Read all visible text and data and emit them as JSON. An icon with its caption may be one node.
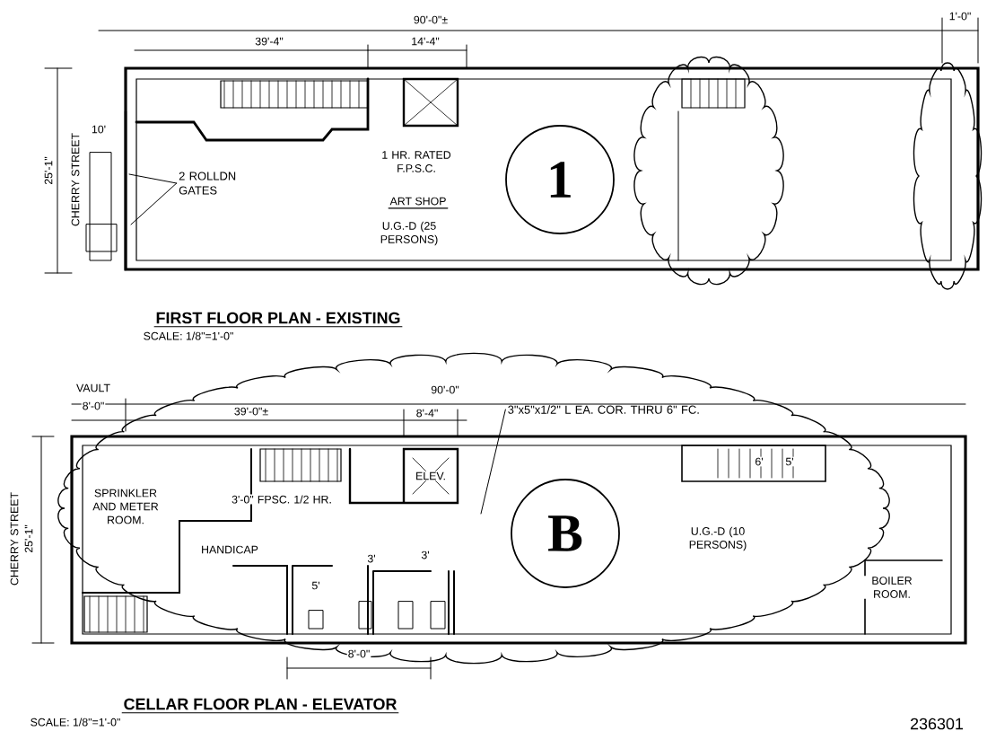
{
  "diagram": {
    "nodes": [
      {
        "text": [
          "1"
        ]
      },
      {
        "text": [
          "B"
        ]
      },
      {
        "text": [
          "2 ROLLDN GATES"
        ]
      },
      {
        "text": [
          "3\"x5\"x1/2\" L EA. COR. THRU 6\" FC."
        ]
      }
    ],
    "edges": [
      {
        "from": 2,
        "to": null,
        "arrow": "none"
      },
      {
        "from": 2,
        "to": null,
        "arrow": "none"
      },
      {
        "from": 3,
        "to": null,
        "arrow": "none"
      }
    ],
    "labels": [
      "90'-0\"±",
      "1'-0\"",
      "39'-4\"",
      "14'-4\"",
      "25'-1\"",
      "CHERRY STREET",
      "10'",
      "1 HR. RATED F.P.S.C.",
      "ART SHOP",
      "U.G.-D (25 PERSONS)",
      "FIRST FLOOR PLAN - EXISTING",
      "SCALE: 1/8\"=1'-0\"",
      "VAULT",
      "8'-0\"",
      "90'-0\"",
      "39'-0\"±",
      "8'-4\"",
      "CHERRY STREET",
      "25'-1\"",
      "ELEV.",
      "SPRINKLER AND METER ROOM.",
      "3'-0\" FPSC. 1/2 HR.",
      "HANDICAP",
      "3'",
      "3'",
      "5'",
      "6'",
      "5'",
      "U.G.-D (10 PERSONS)",
      "BOILER ROOM.",
      "8'-0\"",
      "CELLAR FLOOR PLAN - ELEVATOR",
      "SCALE: 1/8\"=1'-0\"",
      "236301"
    ]
  }
}
